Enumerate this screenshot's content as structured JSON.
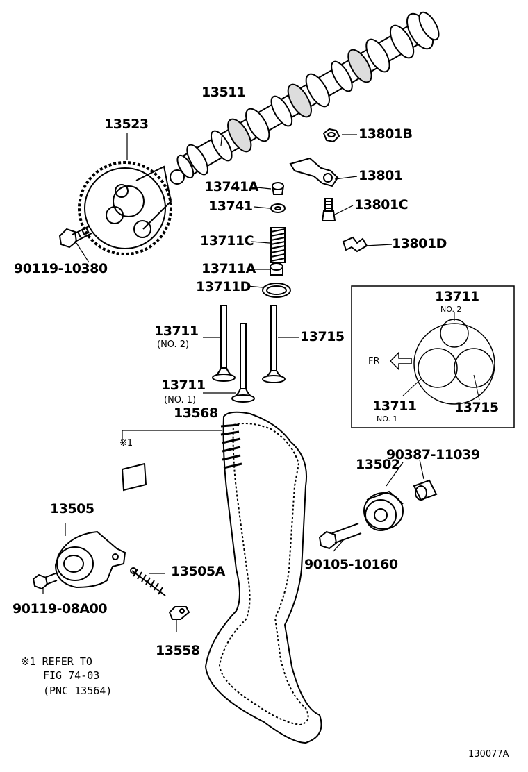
{
  "labels": {
    "camshaft": "13511",
    "cam_gear": "13523",
    "gear_bolt": "90119-10380",
    "nut": "13801B",
    "rocker": "13801",
    "adjust_screw": "13801C",
    "clip": "13801D",
    "retainer_lock": "13741A",
    "retainer": "13741",
    "spring": "13711C",
    "spring_seat": "13711A",
    "washer": "13711D",
    "valve_no2": "13711",
    "valve_no2_note": "(NO. 2)",
    "valve_exhaust": "13715",
    "valve_no1": "13711",
    "valve_no1_note": "(NO. 1)",
    "timing_belt": "13568",
    "ref_mark": "※1",
    "idler": "13502",
    "idler_collar": "90387-11039",
    "idler_bolt": "90105-10160",
    "tensioner": "13505",
    "tensioner_spring": "13505A",
    "tensioner_bolt": "90119-08A00",
    "bracket": "13558",
    "inset_top": "13711",
    "inset_top_note": "NO. 2",
    "inset_fr": "FR",
    "inset_left": "13711",
    "inset_left_note": "NO. 1",
    "inset_right": "13715",
    "note_line1": "※1 REFER TO",
    "note_line2": "FIG 74-03",
    "note_line3": "(PNC 13564)",
    "figure_id": "130077A"
  }
}
